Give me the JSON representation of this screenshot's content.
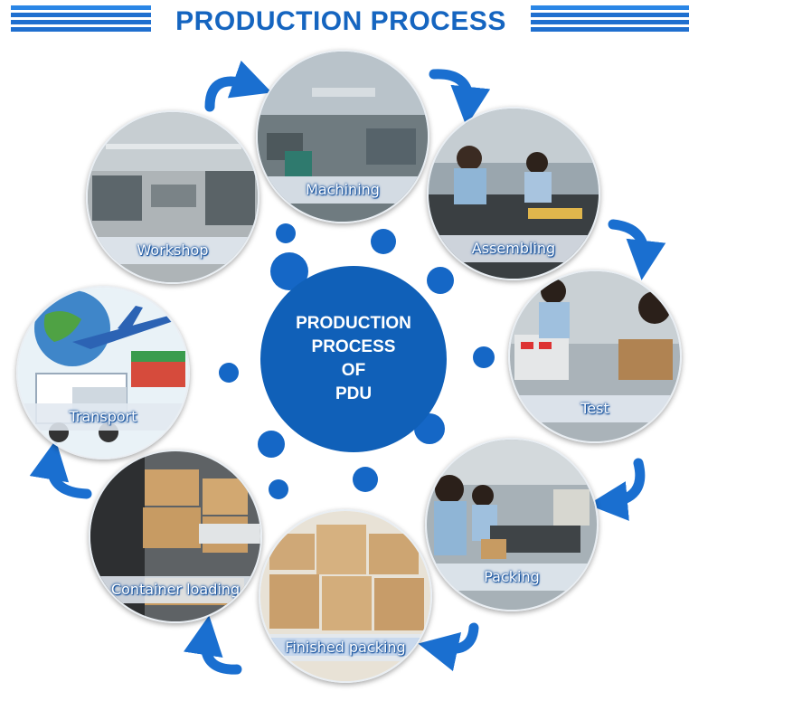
{
  "header": {
    "title": "PRODUCTION PROCESS"
  },
  "center": {
    "lines": [
      "PRODUCTION",
      "PROCESS",
      "OF",
      "PDU"
    ]
  },
  "steps": [
    {
      "label": "Machining",
      "icon": "factory-floor-photo"
    },
    {
      "label": "Assembling",
      "icon": "workers-assembling-photo"
    },
    {
      "label": "Test",
      "icon": "testing-bench-photo"
    },
    {
      "label": "Packing",
      "icon": "packing-line-photo"
    },
    {
      "label": "Finished packing",
      "icon": "stacked-boxes-photo"
    },
    {
      "label": "Container loading",
      "icon": "forklift-boxes-photo"
    },
    {
      "label": "Transport",
      "icon": "plane-truck-ship-photo"
    },
    {
      "label": "Workshop",
      "icon": "workshop-photo"
    }
  ],
  "colors": {
    "accent": "#1565c0",
    "center": "#1060b8",
    "arrow": "#1a6fd0"
  }
}
